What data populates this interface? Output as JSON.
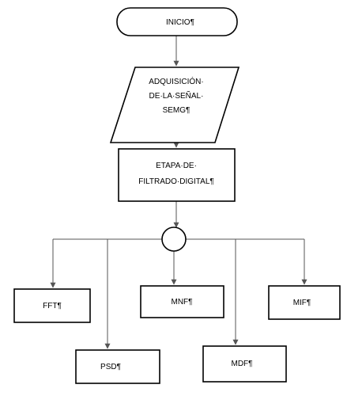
{
  "nodes": {
    "start": {
      "label": "INICIO¶"
    },
    "acquisition": {
      "lines": [
        "ADQUISICIÓN·",
        "DE·LA·SEÑAL·",
        "SEMG¶"
      ]
    },
    "filtering": {
      "lines": [
        "ETAPA·DE·",
        "FILTRADO·DIGITAL¶"
      ]
    },
    "fft": {
      "label": "FFT¶"
    },
    "psd": {
      "label": "PSD¶"
    },
    "mnf": {
      "label": "MNF¶"
    },
    "mdf": {
      "label": "MDF¶"
    },
    "mif": {
      "label": "MIF¶"
    }
  },
  "colors": {
    "stroke": "#000000",
    "edge": "#555555",
    "background": "#ffffff"
  }
}
